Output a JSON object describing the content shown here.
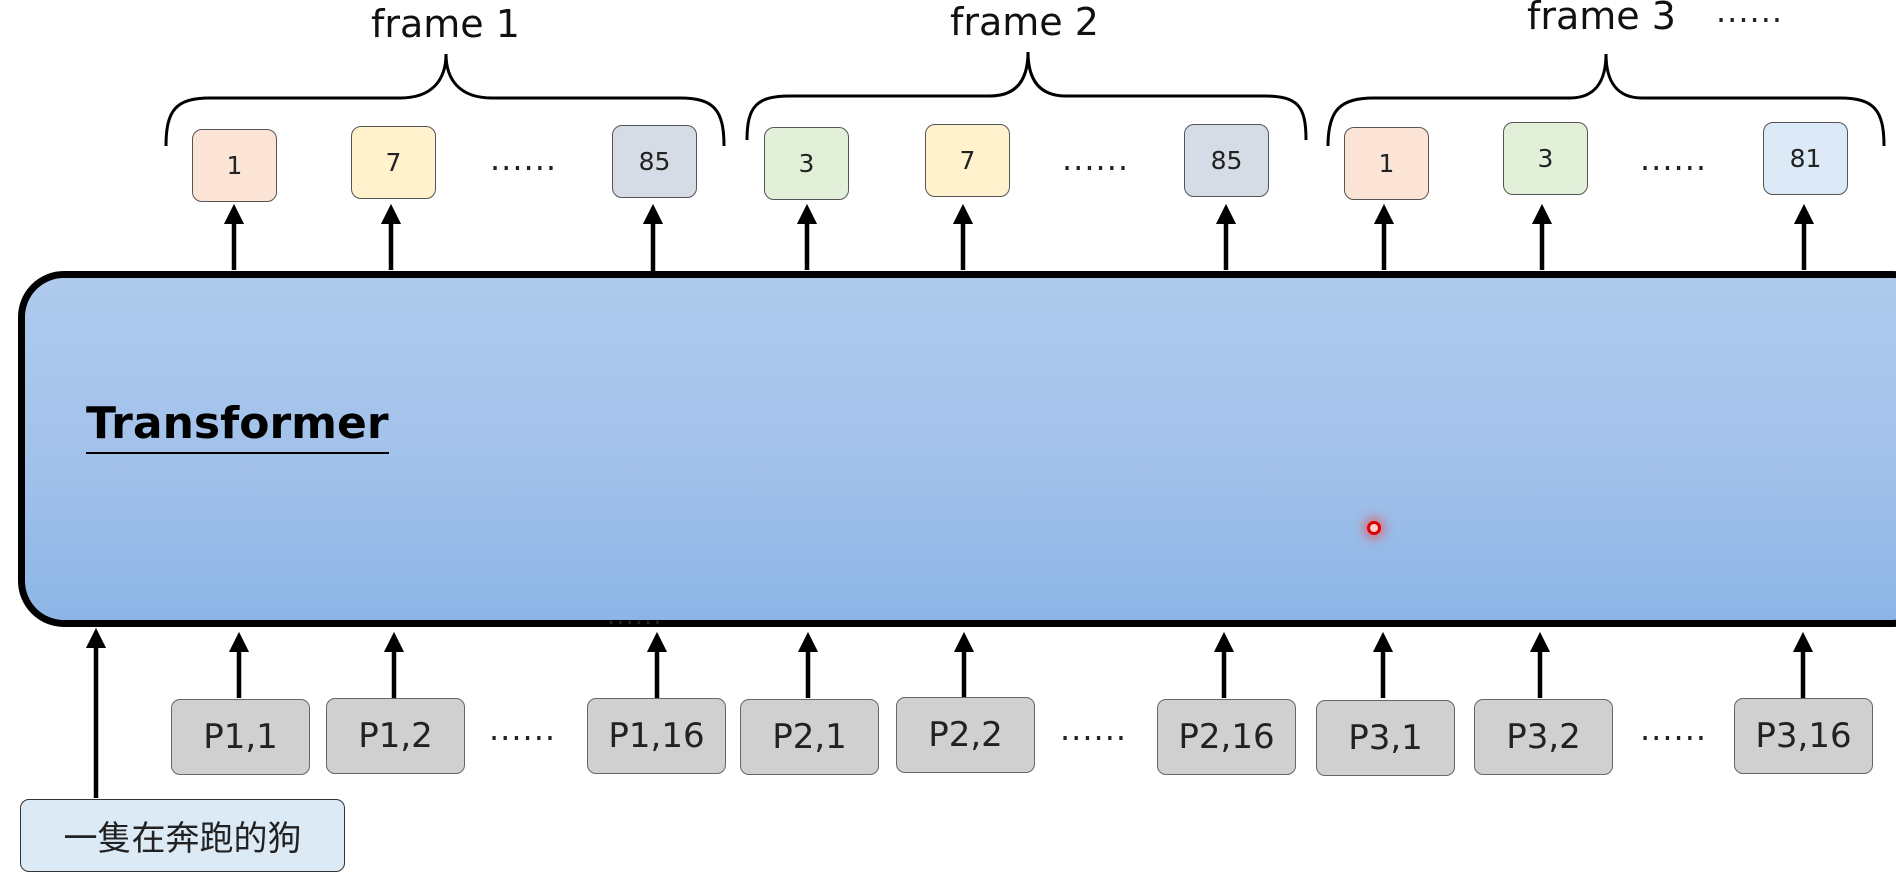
{
  "frames": [
    {
      "label": "frame 1",
      "tokens": [
        "1",
        "7",
        "85"
      ],
      "token_colors": [
        "#fbe3d6",
        "#fff2cc",
        "#d6dce5"
      ]
    },
    {
      "label": "frame 2",
      "tokens": [
        "3",
        "7",
        "85"
      ],
      "token_colors": [
        "#e2f0d9",
        "#fff2cc",
        "#d6dce5"
      ]
    },
    {
      "label": "frame 3",
      "tokens": [
        "1",
        "3",
        "81"
      ],
      "token_colors": [
        "#fbe3d6",
        "#e2f0d9",
        "#dce9f7"
      ]
    }
  ],
  "ellipsis": "......",
  "top_ellipsis": "......",
  "transformer_label": "Transformer",
  "patches": [
    [
      "P1,1",
      "P1,2",
      "P1,16"
    ],
    [
      "P2,1",
      "P2,2",
      "P2,16"
    ],
    [
      "P3,1",
      "P3,2",
      "P3,16"
    ]
  ],
  "prompt_text": "一隻在奔跑的狗",
  "colors": {
    "transformer_fill": "#a2c1ea",
    "patch_fill": "#d0d0d0",
    "prompt_fill": "#dceaf6",
    "pointer": "#e00000"
  }
}
